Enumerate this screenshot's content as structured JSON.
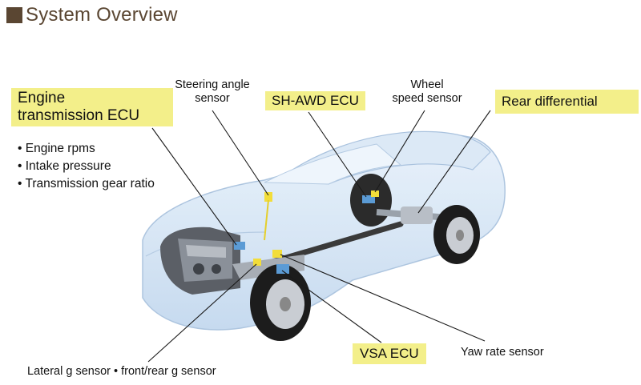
{
  "title": "System Overview",
  "colors": {
    "title": "#5a4632",
    "title_square": "#5a4632",
    "highlight": "#f3ef8a",
    "ecu_blue": "#5b9bd5",
    "sensor_yellow": "#f2dd3a",
    "car_body": "#cfe2f5"
  },
  "labels": {
    "engine_ecu": [
      "Engine",
      "transmission ECU"
    ],
    "engine_ecu_bullets": [
      "Engine rpms",
      "Intake pressure",
      "Transmission gear ratio"
    ],
    "steering_angle_sensor": [
      "Steering angle",
      "sensor"
    ],
    "sh_awd_ecu": "SH-AWD ECU",
    "wheel_speed_sensor": [
      "Wheel",
      "speed sensor"
    ],
    "rear_differential": "Rear differential",
    "vsa_ecu": "VSA ECU",
    "yaw_rate_sensor": "Yaw rate sensor",
    "lateral_g_sensor": "Lateral g sensor • front/rear g sensor"
  }
}
